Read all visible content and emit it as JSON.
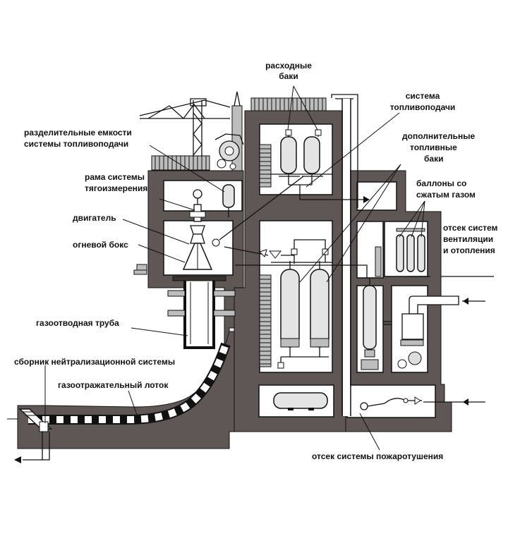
{
  "labels": {
    "consumable_tanks": [
      "расходные",
      "баки"
    ],
    "fuel_system": [
      "система",
      "топливоподачи"
    ],
    "separating_vessels": [
      "разделительные емкости",
      "системы топливоподачи"
    ],
    "additional_tanks": [
      "дополнительные",
      "топливные",
      "баки"
    ],
    "thrust_frame": [
      "рама системы",
      "тягоизмерения"
    ],
    "gas_cylinders": [
      "баллоны со",
      "сжатым газом"
    ],
    "engine": "двигатель",
    "ventilation": [
      "отсек систем",
      "вентиляции",
      "и отопления"
    ],
    "fire_box": "огневой бокс",
    "exhaust_pipe": "газоотводная труба",
    "neutralization": "сборник нейтрализационной системы",
    "deflector": "газоотражательный лоток",
    "fire_suppression": "отсек системы пожаротушения"
  },
  "colors": {
    "wall": "#5f5656",
    "line": "#111111",
    "background": "#ffffff"
  }
}
